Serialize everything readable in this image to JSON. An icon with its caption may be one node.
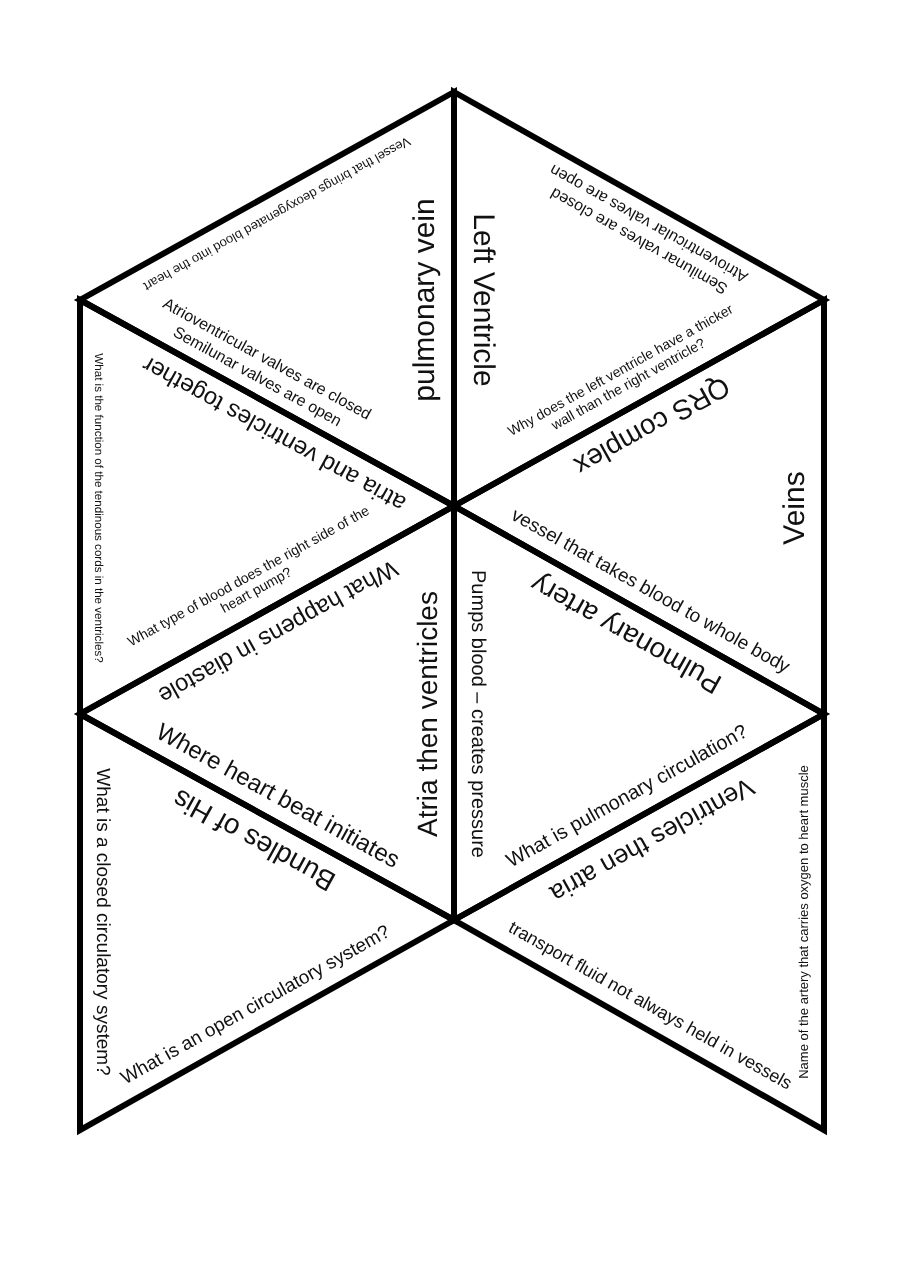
{
  "diagram": {
    "nodes": [
      {
        "text": [
          "Vessel that brings deoxygenated blood into the heart",
          "pulmonary vein",
          "Atrioventricular valves are closed Semilunar valves are open"
        ]
      },
      {
        "text": [
          "Left Ventricle",
          "Semilunar valves are closed Atrioventricular valves are open",
          "Why does the left ventricle have a thicker wall than the right ventricle?"
        ]
      },
      {
        "text": [
          "What is the function of the tendinous cords in the ventricles?",
          "atria and ventricles together",
          "What type of blood does the right side of the heart pump?"
        ]
      },
      {
        "text": [
          "Atria then ventricles",
          "What happens in diastole",
          "Where heart beat initiates"
        ]
      },
      {
        "text": [
          "Veins",
          "QRS complex",
          "vessel that takes blood to whole body"
        ]
      },
      {
        "text": [
          "Pumps blood – creates pressure",
          "Pulmonary artery",
          "What is pulmonary circulation?"
        ]
      },
      {
        "text": [
          "What is a closed circulatory system?",
          "Bundles of His",
          "What is an open circulatory system?"
        ]
      },
      {
        "text": [
          "Ventricles then atria",
          "transport fluid not always held in vessels",
          "Name of the artery that carries oxygen to heart muscle"
        ]
      }
    ]
  }
}
